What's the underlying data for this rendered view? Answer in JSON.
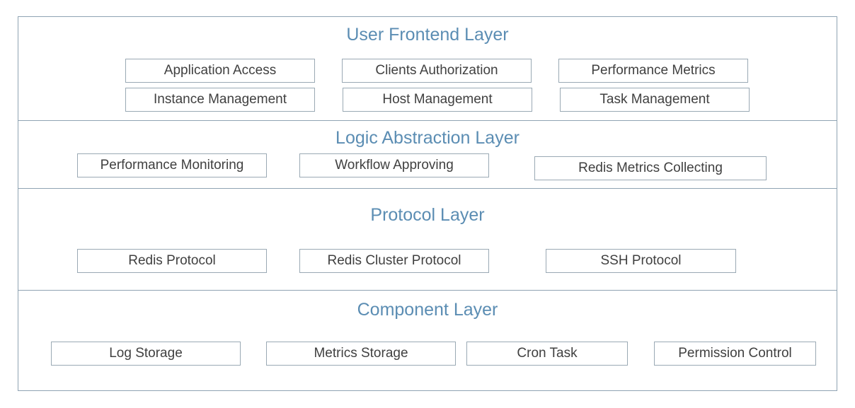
{
  "layers": [
    {
      "title": "User Frontend Layer",
      "modules": [
        "Application Access",
        "Clients Authorization",
        "Performance Metrics",
        "Instance Management",
        "Host Management",
        "Task Management"
      ]
    },
    {
      "title": "Logic Abstraction Layer",
      "modules": [
        "Performance Monitoring",
        "Workflow Approving",
        "Redis Metrics Collecting"
      ]
    },
    {
      "title": "Protocol Layer",
      "modules": [
        "Redis Protocol",
        "Redis Cluster Protocol",
        "SSH Protocol"
      ]
    },
    {
      "title": "Component Layer",
      "modules": [
        "Log Storage",
        "Metrics Storage",
        "Cron Task",
        "Permission Control"
      ]
    }
  ],
  "colors": {
    "layer_title": "#5b8db3",
    "module_text": "#404040",
    "border": "#8fa3b3"
  }
}
